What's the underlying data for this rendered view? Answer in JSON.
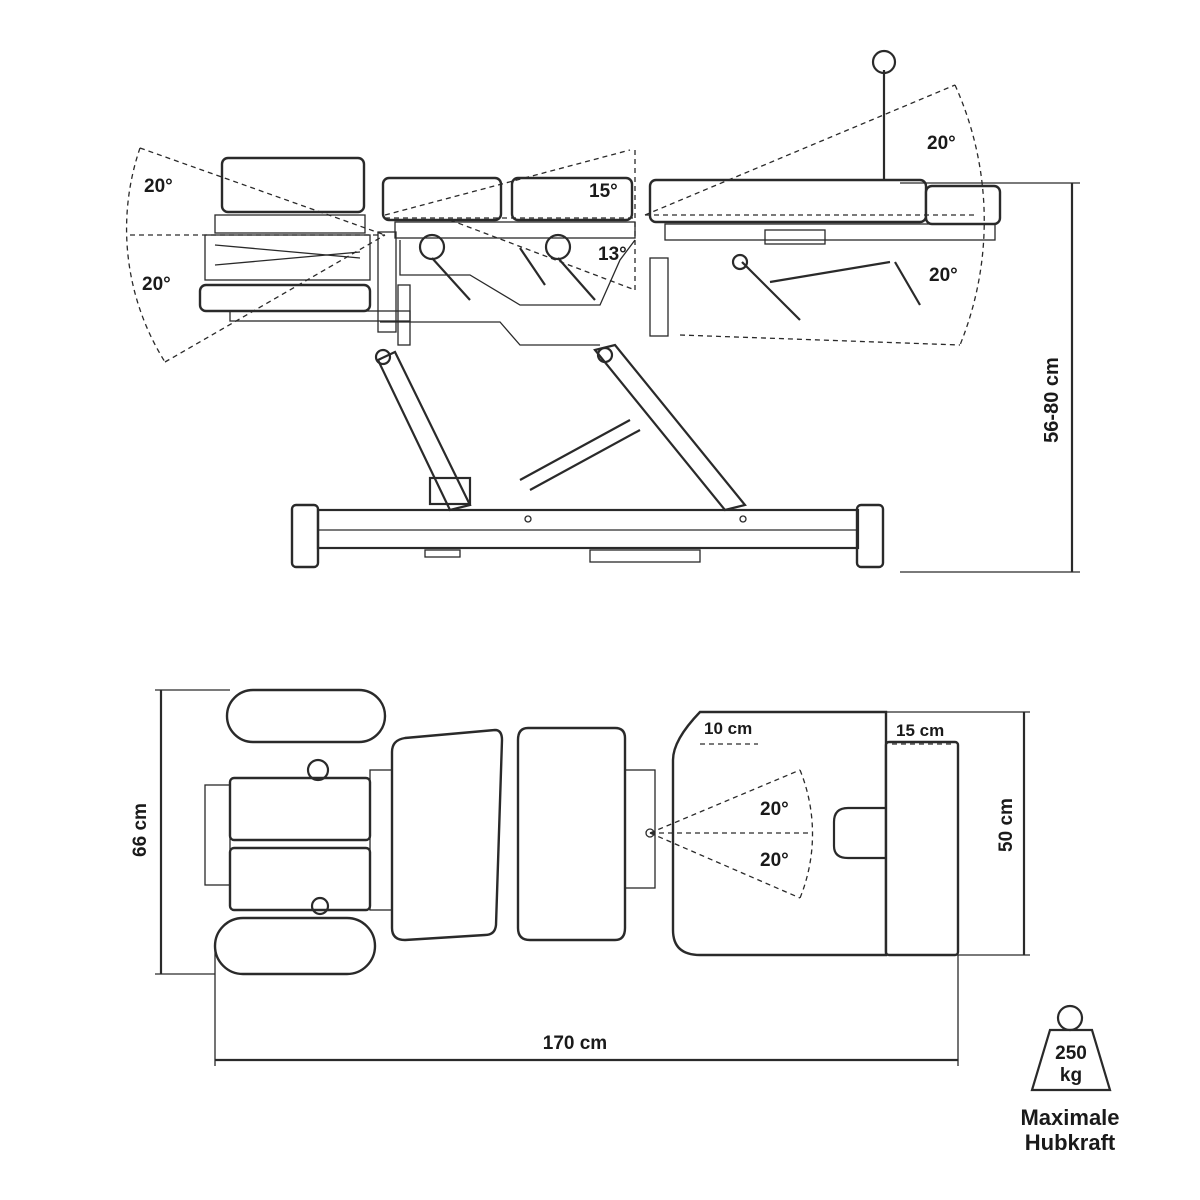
{
  "side_view": {
    "head_angle_up": "20°",
    "head_angle_down": "20°",
    "thoracic_angle": "15°",
    "lumbar_angle": "13°",
    "leg_angle_up": "20°",
    "leg_angle_down": "20°",
    "height_range": "56-80 cm"
  },
  "top_view": {
    "width_total": "66 cm",
    "pad_width": "50 cm",
    "length_total": "170 cm",
    "offset_a": "10 cm",
    "offset_b": "15 cm",
    "swivel_left": "20°",
    "swivel_right": "20°"
  },
  "capacity": {
    "weight": "250",
    "unit": "kg",
    "caption_line1": "Maximale",
    "caption_line2": "Hubkraft"
  }
}
